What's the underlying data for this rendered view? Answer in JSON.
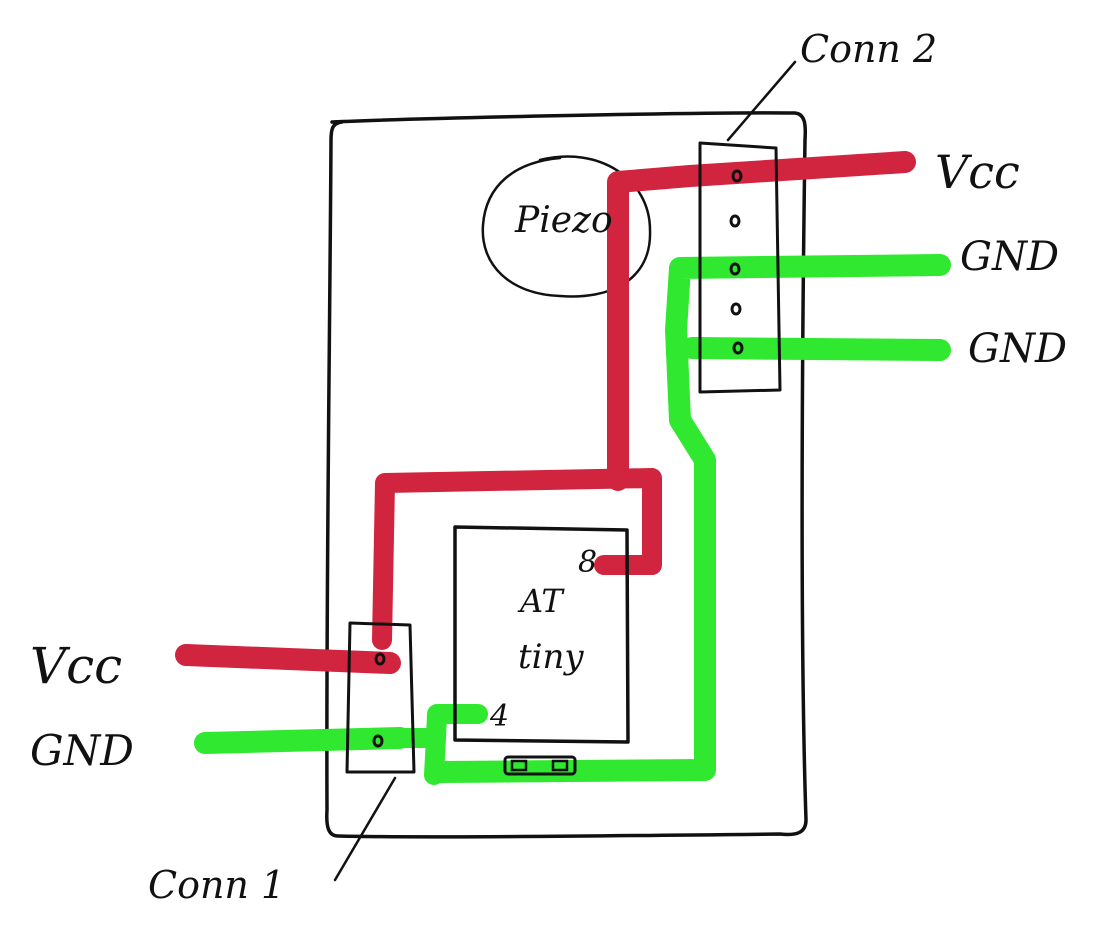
{
  "labels": {
    "conn2": "Conn 2",
    "conn1": "Conn 1",
    "piezo": "Piezo",
    "vcc_right": "Vcc",
    "gnd_right_1": "GND",
    "gnd_right_2": "GND",
    "vcc_left": "Vcc",
    "gnd_left": "GND",
    "chip_line1": "AT",
    "chip_line2": "tiny",
    "pin_8": "8",
    "pin_4": "4"
  },
  "colors": {
    "ink": "#111111",
    "vcc_trace": "#d0243f",
    "gnd_trace": "#2fe82f",
    "background": "#ffffff"
  }
}
